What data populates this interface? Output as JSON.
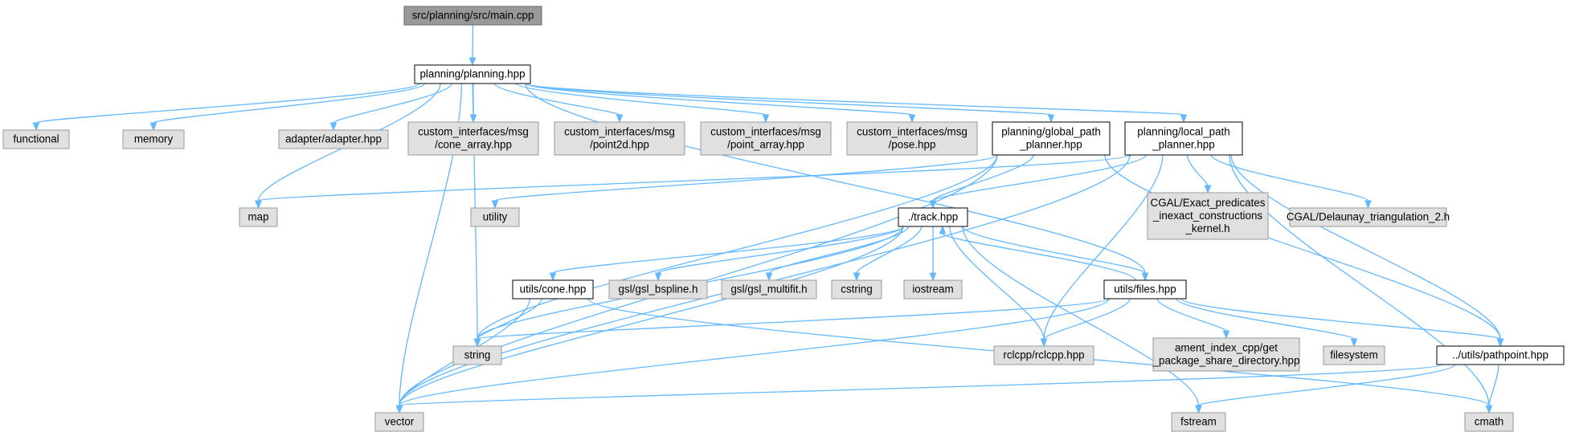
{
  "colors": {
    "edge": "#63b8ff",
    "root_fill": "#999999",
    "root_stroke": "#666666",
    "internal_fill": "#ffffff",
    "internal_stroke": "#000000",
    "external_fill": "#e0e0e0",
    "external_stroke": "#999999"
  },
  "nodes": [
    {
      "id": "main_cpp",
      "lines": [
        "src/planning/src/main.cpp"
      ],
      "kind": "root"
    },
    {
      "id": "planning_hpp",
      "lines": [
        "planning/planning.hpp"
      ],
      "kind": "internal"
    },
    {
      "id": "functional",
      "lines": [
        "functional"
      ],
      "kind": "external"
    },
    {
      "id": "memory",
      "lines": [
        "memory"
      ],
      "kind": "external"
    },
    {
      "id": "adapter",
      "lines": [
        "adapter/adapter.hpp"
      ],
      "kind": "external"
    },
    {
      "id": "cone_array",
      "lines": [
        "custom_interfaces/msg",
        "/cone_array.hpp"
      ],
      "kind": "external"
    },
    {
      "id": "point2d",
      "lines": [
        "custom_interfaces/msg",
        "/point2d.hpp"
      ],
      "kind": "external"
    },
    {
      "id": "point_array",
      "lines": [
        "custom_interfaces/msg",
        "/point_array.hpp"
      ],
      "kind": "external"
    },
    {
      "id": "pose",
      "lines": [
        "custom_interfaces/msg",
        "/pose.hpp"
      ],
      "kind": "external"
    },
    {
      "id": "global_path",
      "lines": [
        "planning/global_path",
        "_planner.hpp"
      ],
      "kind": "internal"
    },
    {
      "id": "local_path",
      "lines": [
        "planning/local_path",
        "_planner.hpp"
      ],
      "kind": "internal"
    },
    {
      "id": "map",
      "lines": [
        "map"
      ],
      "kind": "external"
    },
    {
      "id": "utility",
      "lines": [
        "utility"
      ],
      "kind": "external"
    },
    {
      "id": "track",
      "lines": [
        "./track.hpp"
      ],
      "kind": "internal"
    },
    {
      "id": "cgal_exact",
      "lines": [
        "CGAL/Exact_predicates",
        "_inexact_constructions",
        "_kernel.h"
      ],
      "kind": "external"
    },
    {
      "id": "cgal_delaunay",
      "lines": [
        "CGAL/Delaunay_triangulation_2.h"
      ],
      "kind": "external"
    },
    {
      "id": "utils_cone",
      "lines": [
        "utils/cone.hpp"
      ],
      "kind": "internal"
    },
    {
      "id": "gsl_bspline",
      "lines": [
        "gsl/gsl_bspline.h"
      ],
      "kind": "external"
    },
    {
      "id": "gsl_multifit",
      "lines": [
        "gsl/gsl_multifit.h"
      ],
      "kind": "external"
    },
    {
      "id": "cstring",
      "lines": [
        "cstring"
      ],
      "kind": "external"
    },
    {
      "id": "iostream",
      "lines": [
        "iostream"
      ],
      "kind": "external"
    },
    {
      "id": "utils_files",
      "lines": [
        "utils/files.hpp"
      ],
      "kind": "internal"
    },
    {
      "id": "string",
      "lines": [
        "string"
      ],
      "kind": "external"
    },
    {
      "id": "rclcpp",
      "lines": [
        "rclcpp/rclcpp.hpp"
      ],
      "kind": "external"
    },
    {
      "id": "ament",
      "lines": [
        "ament_index_cpp/get",
        "_package_share_directory.hpp"
      ],
      "kind": "external"
    },
    {
      "id": "filesystem",
      "lines": [
        "filesystem"
      ],
      "kind": "external"
    },
    {
      "id": "pathpoint",
      "lines": [
        "../utils/pathpoint.hpp"
      ],
      "kind": "internal"
    },
    {
      "id": "vector",
      "lines": [
        "vector"
      ],
      "kind": "external"
    },
    {
      "id": "fstream",
      "lines": [
        "fstream"
      ],
      "kind": "external"
    },
    {
      "id": "cmath",
      "lines": [
        "cmath"
      ],
      "kind": "external"
    }
  ],
  "edges": [
    [
      "main_cpp",
      "planning_hpp"
    ],
    [
      "planning_hpp",
      "functional"
    ],
    [
      "planning_hpp",
      "memory"
    ],
    [
      "planning_hpp",
      "adapter"
    ],
    [
      "planning_hpp",
      "cone_array"
    ],
    [
      "planning_hpp",
      "point2d"
    ],
    [
      "planning_hpp",
      "point_array"
    ],
    [
      "planning_hpp",
      "pose"
    ],
    [
      "planning_hpp",
      "global_path"
    ],
    [
      "planning_hpp",
      "local_path"
    ],
    [
      "planning_hpp",
      "map"
    ],
    [
      "planning_hpp",
      "string"
    ],
    [
      "planning_hpp",
      "vector"
    ],
    [
      "planning_hpp",
      "utils_files"
    ],
    [
      "global_path",
      "track"
    ],
    [
      "global_path",
      "utility"
    ],
    [
      "global_path",
      "string"
    ],
    [
      "global_path",
      "vector"
    ],
    [
      "global_path",
      "pathpoint"
    ],
    [
      "local_path",
      "track"
    ],
    [
      "local_path",
      "map"
    ],
    [
      "local_path",
      "vector"
    ],
    [
      "local_path",
      "rclcpp"
    ],
    [
      "local_path",
      "cgal_exact"
    ],
    [
      "local_path",
      "cgal_delaunay"
    ],
    [
      "local_path",
      "pathpoint"
    ],
    [
      "local_path",
      "cmath"
    ],
    [
      "track",
      "utils_cone"
    ],
    [
      "track",
      "gsl_bspline"
    ],
    [
      "track",
      "gsl_multifit"
    ],
    [
      "track",
      "cstring"
    ],
    [
      "track",
      "iostream"
    ],
    [
      "track",
      "utils_files"
    ],
    [
      "track",
      "string"
    ],
    [
      "track",
      "vector"
    ],
    [
      "track",
      "rclcpp"
    ],
    [
      "track",
      "fstream"
    ],
    [
      "utils_cone",
      "string"
    ],
    [
      "utils_cone",
      "vector"
    ],
    [
      "utils_cone",
      "cmath"
    ],
    [
      "utils_files",
      "track"
    ],
    [
      "utils_files",
      "string"
    ],
    [
      "utils_files",
      "rclcpp"
    ],
    [
      "utils_files",
      "ament"
    ],
    [
      "utils_files",
      "filesystem"
    ],
    [
      "utils_files",
      "pathpoint"
    ],
    [
      "utils_files",
      "vector"
    ],
    [
      "pathpoint",
      "vector"
    ],
    [
      "pathpoint",
      "fstream"
    ],
    [
      "pathpoint",
      "cmath"
    ]
  ]
}
